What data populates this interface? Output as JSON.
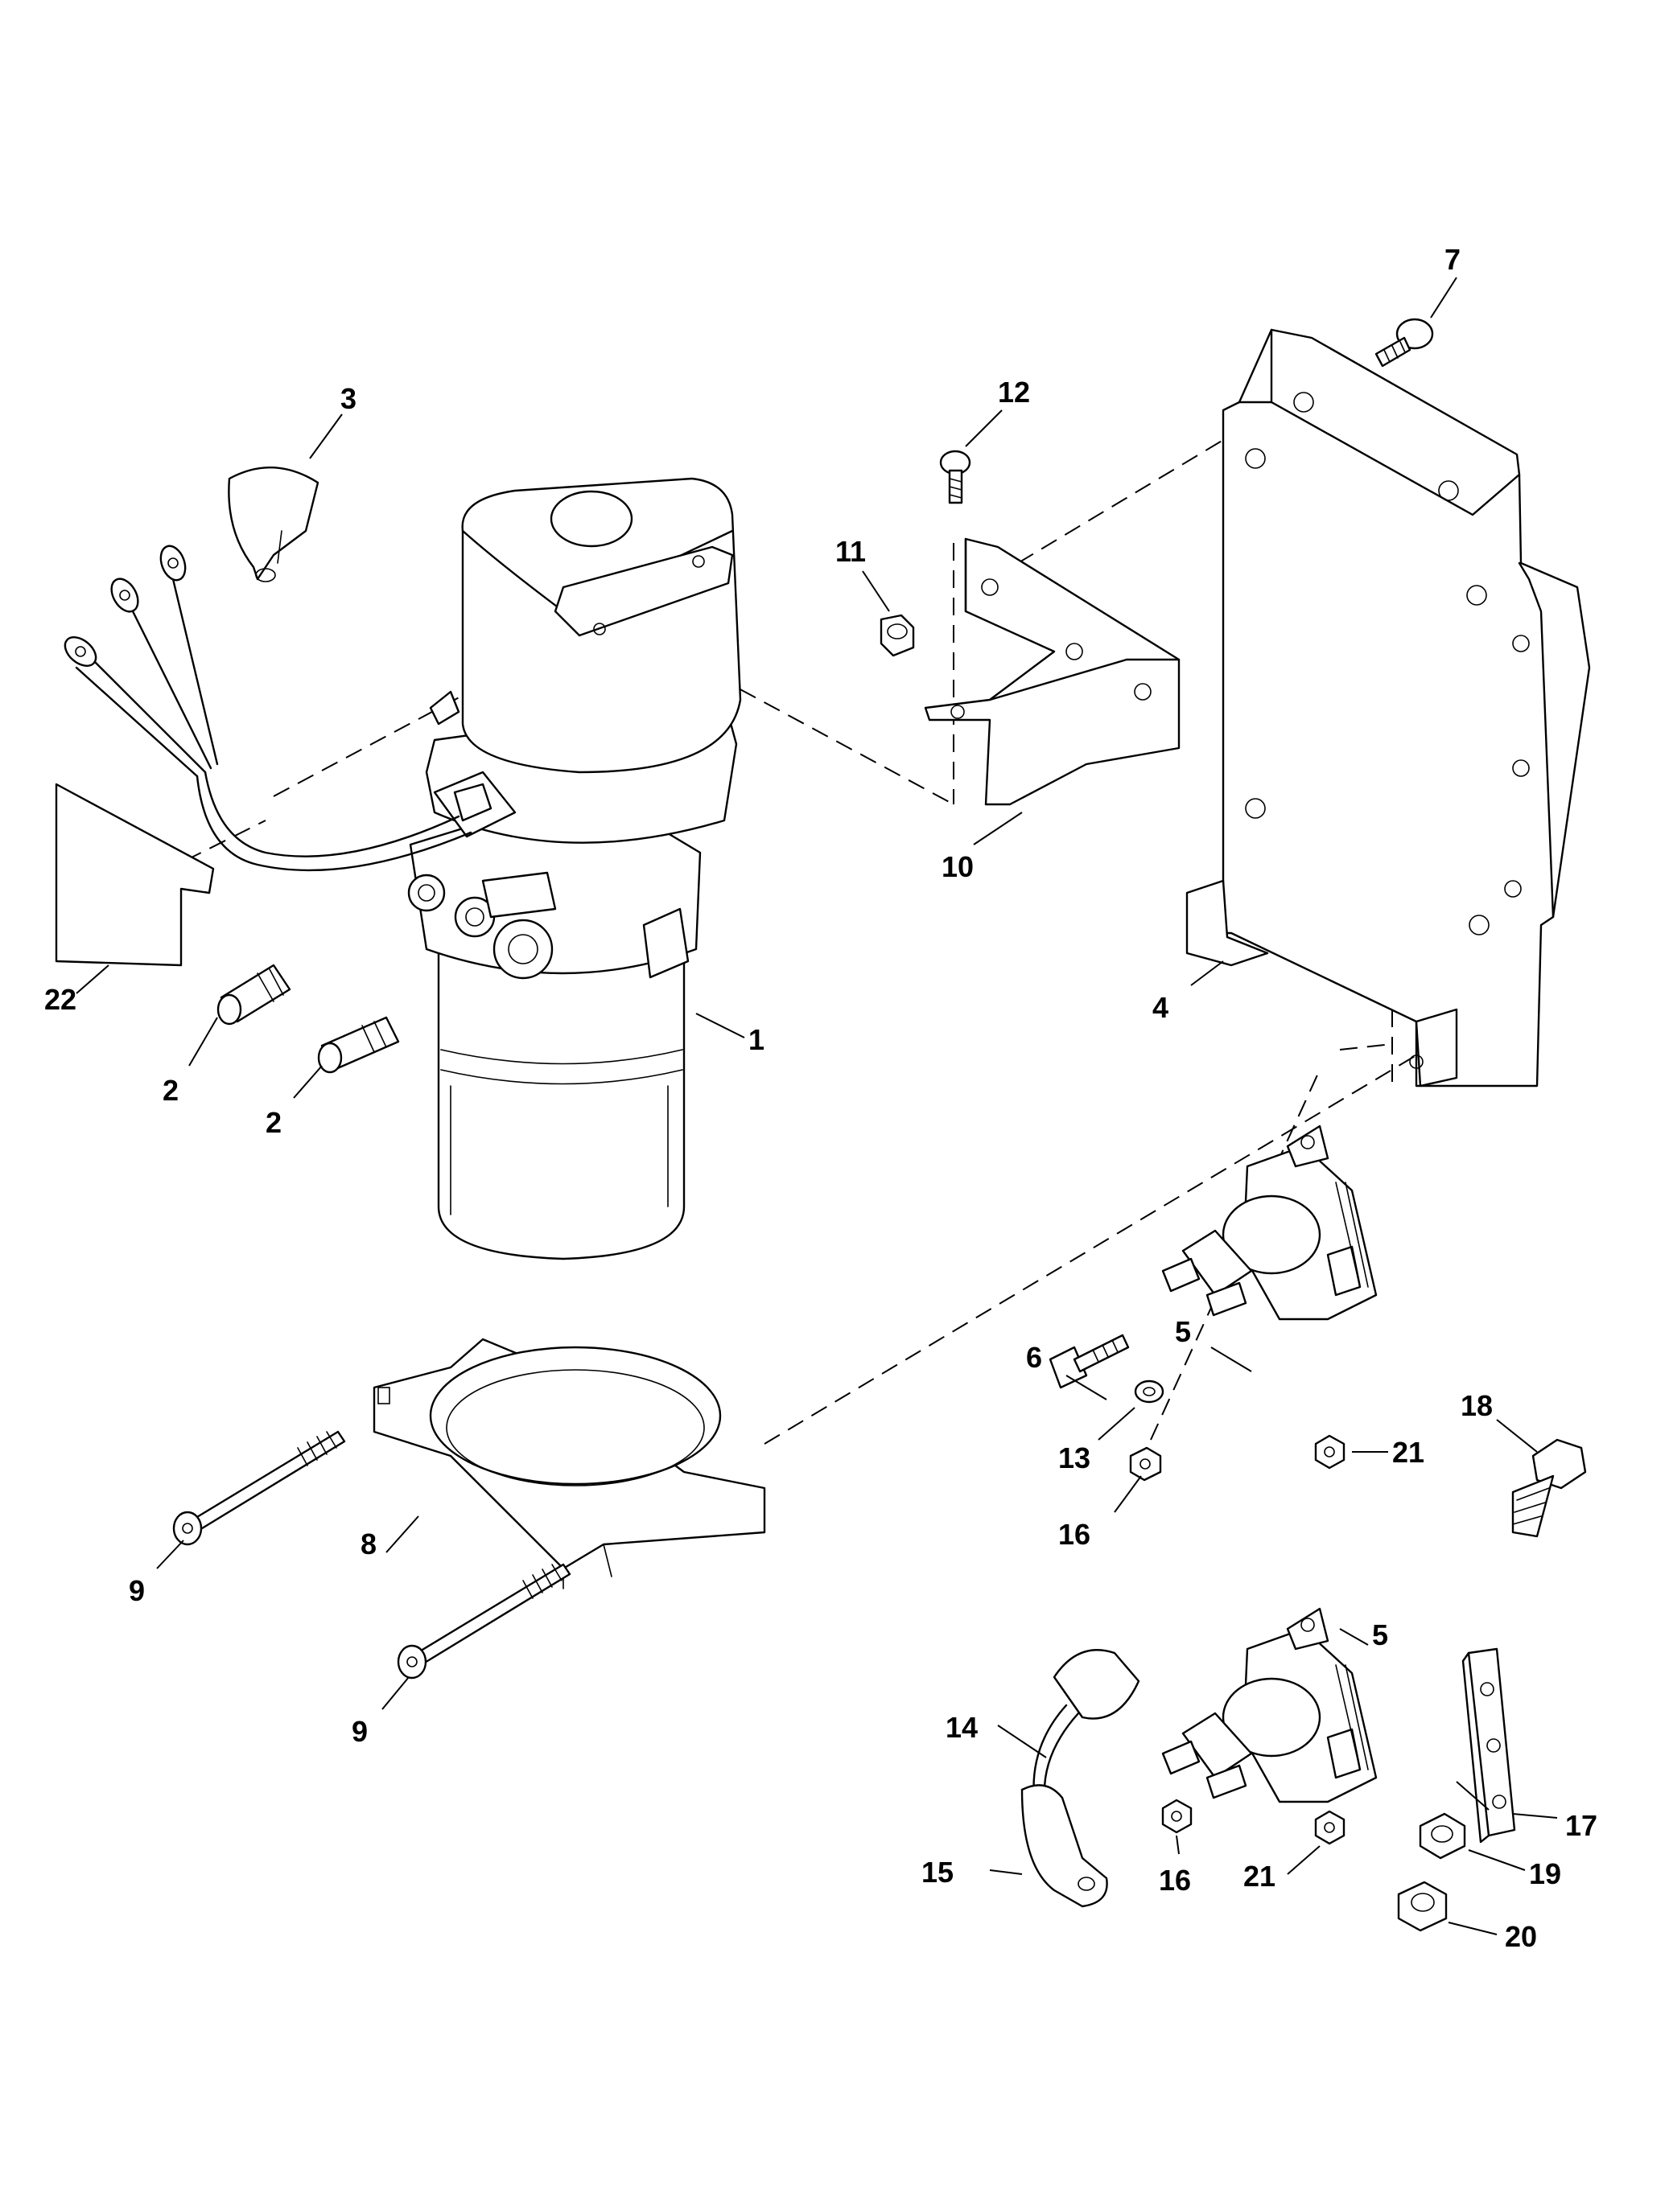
{
  "diagram": {
    "callouts": [
      {
        "id": "callout-1",
        "text": "1"
      },
      {
        "id": "callout-2a",
        "text": "2"
      },
      {
        "id": "callout-2b",
        "text": "2"
      },
      {
        "id": "callout-3",
        "text": "3"
      },
      {
        "id": "callout-4",
        "text": "4"
      },
      {
        "id": "callout-5a",
        "text": "5"
      },
      {
        "id": "callout-5b",
        "text": "5"
      },
      {
        "id": "callout-6",
        "text": "6"
      },
      {
        "id": "callout-7",
        "text": "7"
      },
      {
        "id": "callout-8",
        "text": "8"
      },
      {
        "id": "callout-9a",
        "text": "9"
      },
      {
        "id": "callout-9b",
        "text": "9"
      },
      {
        "id": "callout-10",
        "text": "10"
      },
      {
        "id": "callout-11",
        "text": "11"
      },
      {
        "id": "callout-12",
        "text": "12"
      },
      {
        "id": "callout-13",
        "text": "13"
      },
      {
        "id": "callout-14",
        "text": "14"
      },
      {
        "id": "callout-15",
        "text": "15"
      },
      {
        "id": "callout-16a",
        "text": "16"
      },
      {
        "id": "callout-16b",
        "text": "16"
      },
      {
        "id": "callout-17",
        "text": "17"
      },
      {
        "id": "callout-18",
        "text": "18"
      },
      {
        "id": "callout-19",
        "text": "19"
      },
      {
        "id": "callout-20",
        "text": "20"
      },
      {
        "id": "callout-21a",
        "text": "21"
      },
      {
        "id": "callout-21b",
        "text": "21"
      },
      {
        "id": "callout-22",
        "text": "22"
      }
    ]
  }
}
